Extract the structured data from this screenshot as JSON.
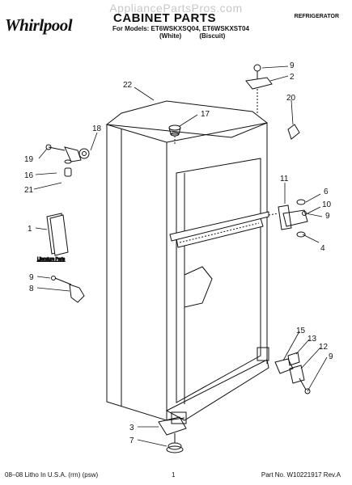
{
  "header": {
    "watermark": "AppliancePartsPros.com",
    "brand": "Whirlpool",
    "title": "CABINET PARTS",
    "category": "REFRIGERATOR",
    "models_line": "For Models: ET6WSKXSQ04, ET6WSKXST04",
    "color_white": "(White)",
    "color_biscuit": "(Biscuit)"
  },
  "diagram": {
    "literature_label": "Literature Parts",
    "callouts": [
      "22",
      "17",
      "18",
      "19",
      "16",
      "21",
      "1",
      "9",
      "8",
      "9",
      "2",
      "20",
      "11",
      "6",
      "10",
      "9",
      "4",
      "15",
      "13",
      "12",
      "9",
      "3",
      "7"
    ]
  },
  "footer": {
    "left": "08–08 Litho In U.S.A. (rrn) (psw)",
    "page": "1",
    "right": "Part No. W10221917 Rev.A"
  }
}
